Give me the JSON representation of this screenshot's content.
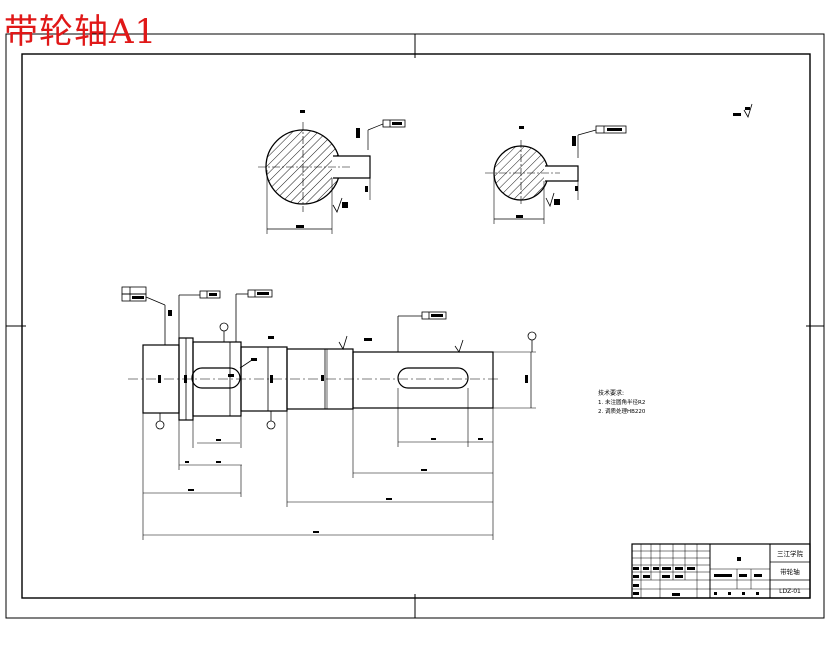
{
  "overlay_title": "带轮轴A1",
  "notes": {
    "heading": "技术要求:",
    "items": [
      "1. 未注圆角半径R2",
      "2. 调质处理HB220"
    ]
  },
  "title_block": {
    "school": "三江学院",
    "part_name": "带轮轴",
    "drawing_no": "LDZ-01"
  }
}
